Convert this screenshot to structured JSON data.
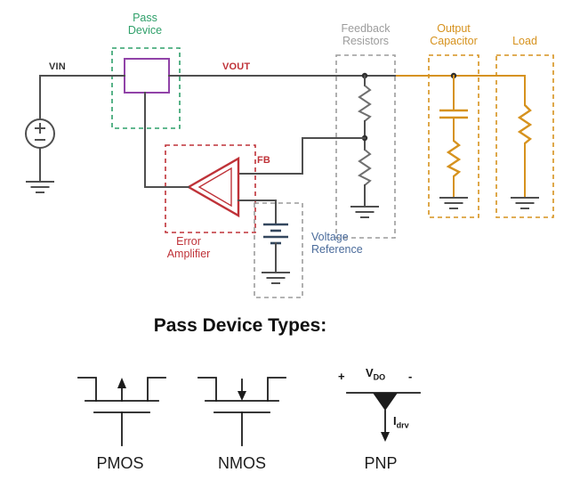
{
  "circuit": {
    "nets": {
      "vin": "VIN",
      "vout": "VOUT",
      "fb": "FB"
    },
    "blocks": {
      "pass_device": "Pass Device",
      "feedback_resistors": "Feedback Resistors",
      "output_capacitor": "Output Capacitor",
      "load": "Load",
      "error_amplifier": "Error Amplifier",
      "voltage_reference": "Voltage Reference"
    },
    "colors": {
      "pass_device_green": "#2fa06a",
      "pass_element_purple": "#9143a8",
      "signal_red": "#bf3238",
      "block_gray": "#9c9c9c",
      "output_orange": "#d6921e",
      "reference_blue": "#4a6b9b",
      "wire_gray": "#4f4f4f",
      "battery_navy": "#33475e",
      "ink_black": "#1c1c1c"
    }
  },
  "pass_device_types": {
    "heading": "Pass Device Types:",
    "types": [
      {
        "label": "PMOS"
      },
      {
        "label": "NMOS"
      },
      {
        "label": "PNP"
      }
    ],
    "pnp_annotations": {
      "plus": "+",
      "minus": "-",
      "vdo_base": "V",
      "vdo_sub": "DO",
      "idrv_base": "I",
      "idrv_sub": "drv"
    }
  }
}
